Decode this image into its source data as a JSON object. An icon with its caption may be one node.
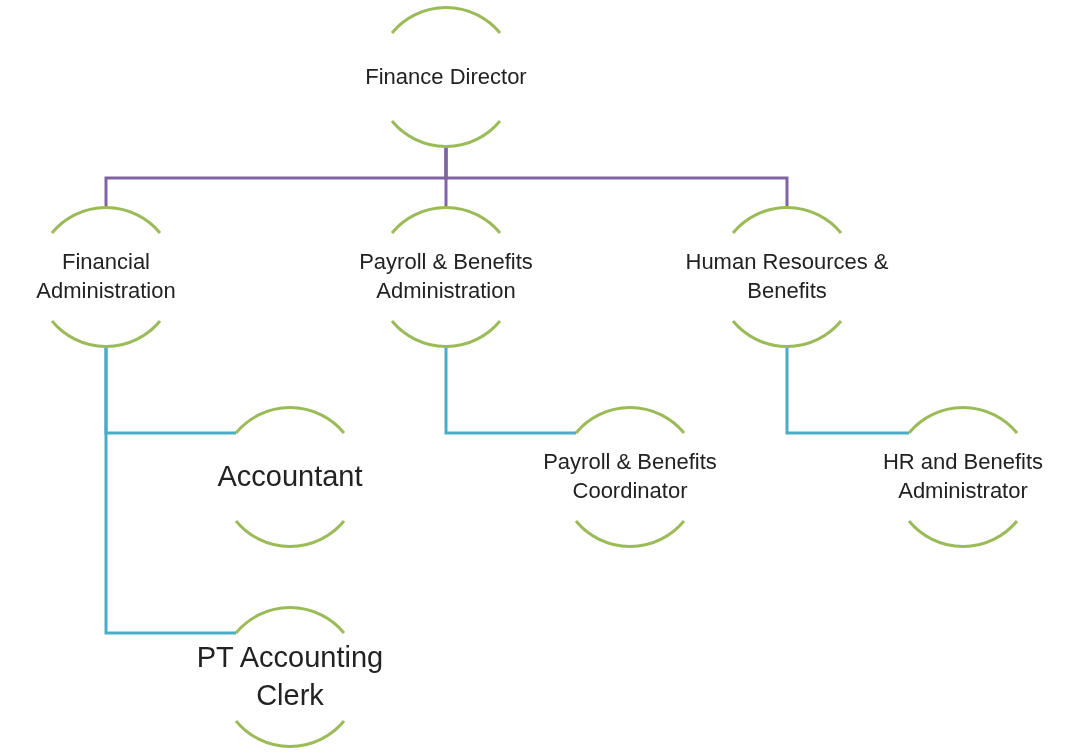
{
  "diagram": {
    "nodes": [
      {
        "text": [
          "Finance Director"
        ]
      },
      {
        "text": [
          "Financial Administration"
        ]
      },
      {
        "text": [
          "Payroll & Benefits Administration"
        ]
      },
      {
        "text": [
          "Human Resources & Benefits"
        ]
      },
      {
        "text": [
          "Accountant"
        ]
      },
      {
        "text": [
          "PT Accounting Clerk"
        ]
      },
      {
        "text": [
          "Payroll & Benefits Coordinator"
        ]
      },
      {
        "text": [
          "HR and Benefits Administrator"
        ]
      }
    ],
    "edges": [
      {
        "from": 0,
        "to": 1,
        "arrow": "none",
        "color": "#8064a2"
      },
      {
        "from": 0,
        "to": 2,
        "arrow": "none",
        "color": "#8064a2"
      },
      {
        "from": 0,
        "to": 3,
        "arrow": "none",
        "color": "#8064a2"
      },
      {
        "from": 1,
        "to": 4,
        "arrow": "none",
        "color": "#4bacc6"
      },
      {
        "from": 1,
        "to": 5,
        "arrow": "none",
        "color": "#4bacc6"
      },
      {
        "from": 2,
        "to": 6,
        "arrow": "none",
        "color": "#4bacc6"
      },
      {
        "from": 3,
        "to": 7,
        "arrow": "none",
        "color": "#4bacc6"
      }
    ]
  }
}
